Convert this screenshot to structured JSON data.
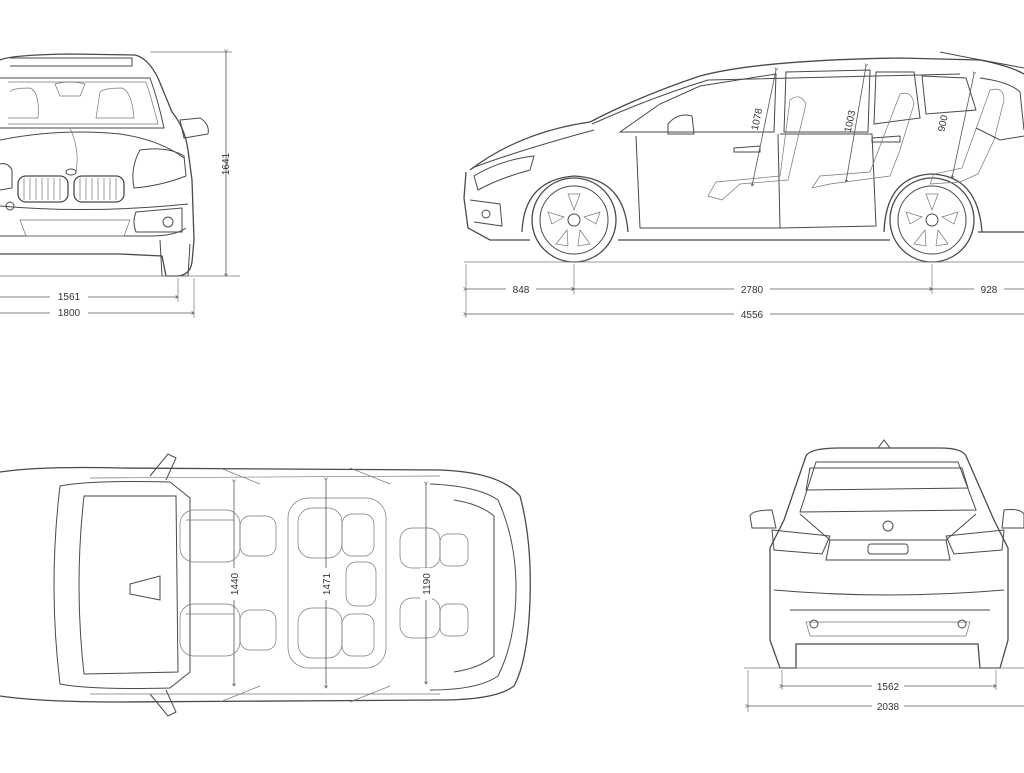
{
  "dimensions": {
    "front_height": "1641",
    "front_track": "1561",
    "front_width": "1800",
    "side_overhang_front": "848",
    "side_wheelbase": "2780",
    "side_overhang_rear": "928",
    "side_length": "4556",
    "headroom_row1": "1078",
    "headroom_row2": "1003",
    "headroom_row3": "900",
    "top_shoulder_row1": "1440",
    "top_shoulder_row2": "1471",
    "top_shoulder_row3": "1190",
    "rear_track": "1562",
    "rear_width": "2038"
  },
  "colors": {
    "line": "#4a4a4a",
    "background": "#ffffff"
  }
}
